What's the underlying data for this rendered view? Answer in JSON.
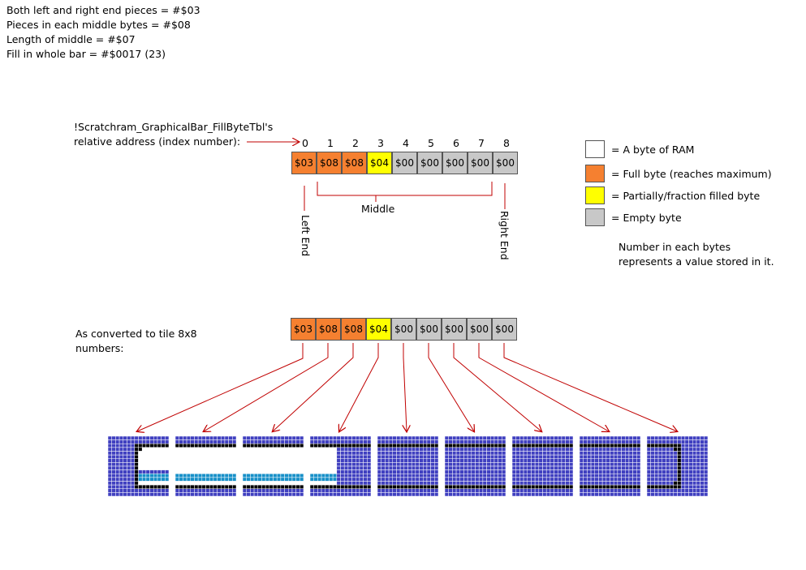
{
  "header": {
    "line1": "Both left and right end pieces = #$03",
    "line2": "Pieces in each middle bytes = #$08",
    "line3": "Length of middle = #$07",
    "line4": "Fill in whole bar = #$0017 (23)"
  },
  "address_label": {
    "line1": "!Scratchram_GraphicalBar_FillByteTbl's",
    "line2": "relative address (index number):"
  },
  "indices": [
    "0",
    "1",
    "2",
    "3",
    "4",
    "5",
    "6",
    "7",
    "8"
  ],
  "bytes": [
    "$03",
    "$08",
    "$08",
    "$04",
    "$00",
    "$00",
    "$00",
    "$00",
    "$00"
  ],
  "byte_kinds": [
    "full",
    "full",
    "full",
    "partial",
    "empty",
    "empty",
    "empty",
    "empty",
    "empty"
  ],
  "labels": {
    "middle": "Middle",
    "left_end": "Left End",
    "right_end": "Right End"
  },
  "legend": {
    "ram": "= A byte of RAM",
    "full": "= Full byte (reaches maximum)",
    "partial": "= Partially/fraction filled byte",
    "empty": "= Empty byte",
    "note1": "Number in each bytes",
    "note2": "represents a value stored in it."
  },
  "converted": {
    "line1": "As converted to tile 8x8",
    "line2": "numbers:"
  },
  "tiles": [
    "left-full",
    "middle-full",
    "middle-full",
    "middle-partial",
    "middle-empty",
    "middle-empty",
    "middle-empty",
    "middle-empty",
    "right-empty"
  ],
  "colors": {
    "full": "#f58030",
    "partial": "#ffff00",
    "empty": "#c8c8c8",
    "arrow": "#c00000",
    "tile_bg": "#4040c0",
    "tile_fill": "#1890c8"
  }
}
